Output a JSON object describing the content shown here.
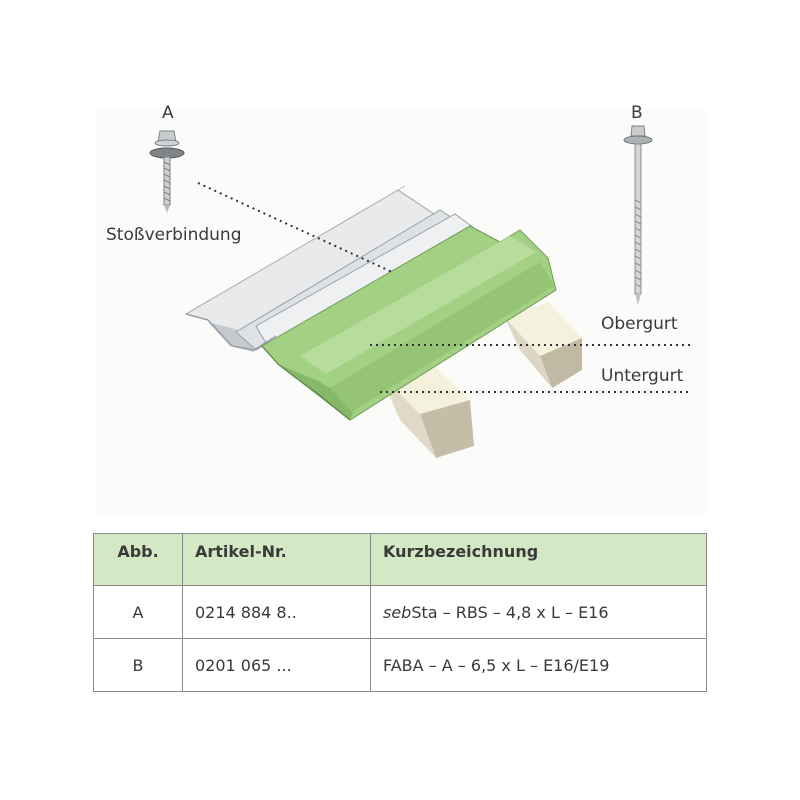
{
  "labels": {
    "screw_a": "A",
    "screw_b": "B",
    "joint": "Stoßverbindung",
    "upper_chord": "Obergurt",
    "lower_chord": "Untergurt"
  },
  "colors": {
    "profile_silver": "#e6e8ea",
    "profile_green": "#9ccc7c",
    "timber": "#c9c0ad",
    "table_header_bg": "#d3e9c6",
    "border": "#8a8a8a"
  },
  "table": {
    "headers": [
      "Abb.",
      "Artikel-Nr.",
      "Kurzbezeichnung"
    ],
    "rows": [
      {
        "abb": "A",
        "artikel": "0214 884 8..",
        "kurz_italic": "seb",
        "kurz_rest": "Sta – RBS – 4,8 x L – E16"
      },
      {
        "abb": "B",
        "artikel": "0201 065 ...",
        "kurz_italic": "",
        "kurz_rest": "FABA – A – 6,5 x L – E16/E19"
      }
    ]
  }
}
